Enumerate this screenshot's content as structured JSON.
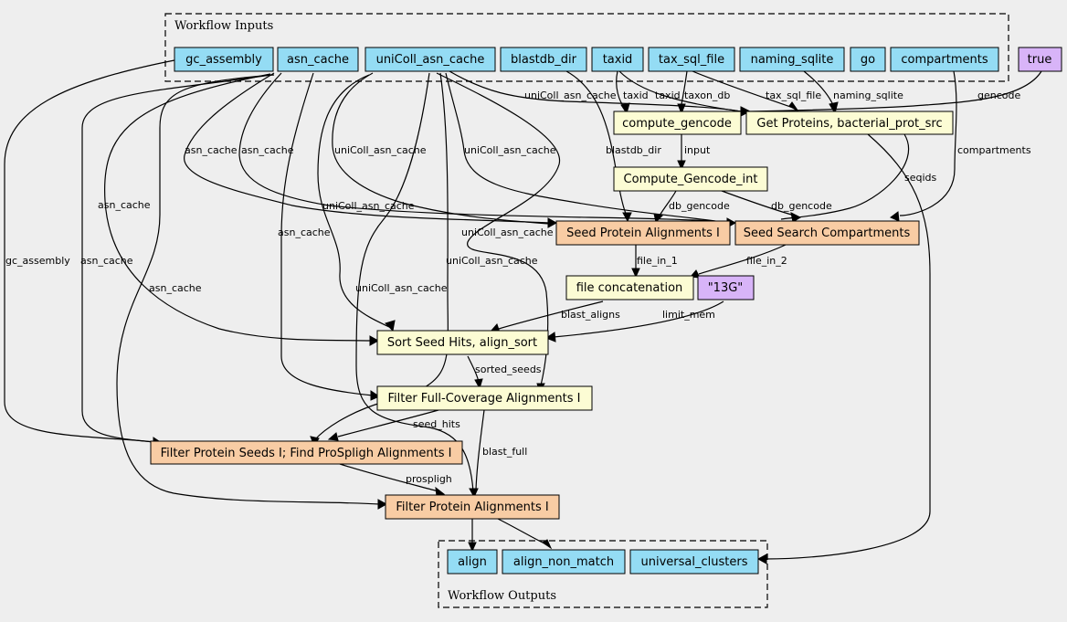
{
  "colors": {
    "input": "#94dcf4",
    "const": "#d8b4f8",
    "step": "#fcfcd4",
    "subworkflow": "#f8cca4"
  },
  "clusters": {
    "inputs": "Workflow Inputs",
    "outputs": "Workflow Outputs"
  },
  "nodes": {
    "gc_assembly": "gc_assembly",
    "asn_cache": "asn_cache",
    "uniColl_asn_cache": "uniColl_asn_cache",
    "blastdb_dir": "blastdb_dir",
    "taxid": "taxid",
    "tax_sql_file": "tax_sql_file",
    "naming_sqlite": "naming_sqlite",
    "go": "go",
    "compartments": "compartments",
    "true_const": "true",
    "compute_gencode": "compute_gencode",
    "get_proteins": "Get Proteins, bacterial_prot_src",
    "compute_gencode_int": "Compute_Gencode_int",
    "seed_protein": "Seed Protein Alignments I",
    "seed_search": "Seed Search Compartments",
    "file_concat": "file concatenation",
    "mem_const": "\"13G\"",
    "sort_seed": "Sort Seed Hits, align_sort",
    "filter_fullcov": "Filter Full-Coverage Alignments I",
    "filter_seeds": "Filter Protein Seeds I; Find ProSpligh Alignments I",
    "filter_protein": "Filter Protein Alignments I",
    "align": "align",
    "align_non_match": "align_non_match",
    "universal_clusters": "universal_clusters"
  },
  "edge_labels": {
    "unicoll_get": "uniColl_asn_cache",
    "taxid_cg": "taxid",
    "taxid_gp": "taxid",
    "taxon_db": "taxon_db",
    "tax_sql_file": "tax_sql_file",
    "naming_sqlite": "naming_sqlite",
    "gencode": "gencode",
    "asn_sp": "asn_cache",
    "asn_ss": "asn_cache",
    "unicoll_sp": "uniColl_asn_cache",
    "unicoll_ss": "uniColl_asn_cache",
    "blastdb_dir": "blastdb_dir",
    "input": "input",
    "compartments": "compartments",
    "seqids": "seqids",
    "db_gencode_sp": "db_gencode",
    "db_gencode_ss": "db_gencode",
    "asn_sort": "asn_cache",
    "unicoll_sort": "uniColl_asn_cache",
    "unicoll_ffc": "uniColl_asn_cache",
    "gc_assembly": "gc_assembly",
    "asn_fs": "asn_cache",
    "asn_ffc": "asn_cache",
    "asn_fp": "asn_cache",
    "file_in_1": "file_in_1",
    "file_in_2": "file_in_2",
    "unicoll_fs": "uniColl_asn_cache",
    "unicoll_fp": "uniColl_asn_cache",
    "blast_aligns": "blast_aligns",
    "limit_mem": "limit_mem",
    "sorted_seeds": "sorted_seeds",
    "seed_hits": "seed_hits",
    "blast_full": "blast_full",
    "prospligh": "prospligh"
  }
}
